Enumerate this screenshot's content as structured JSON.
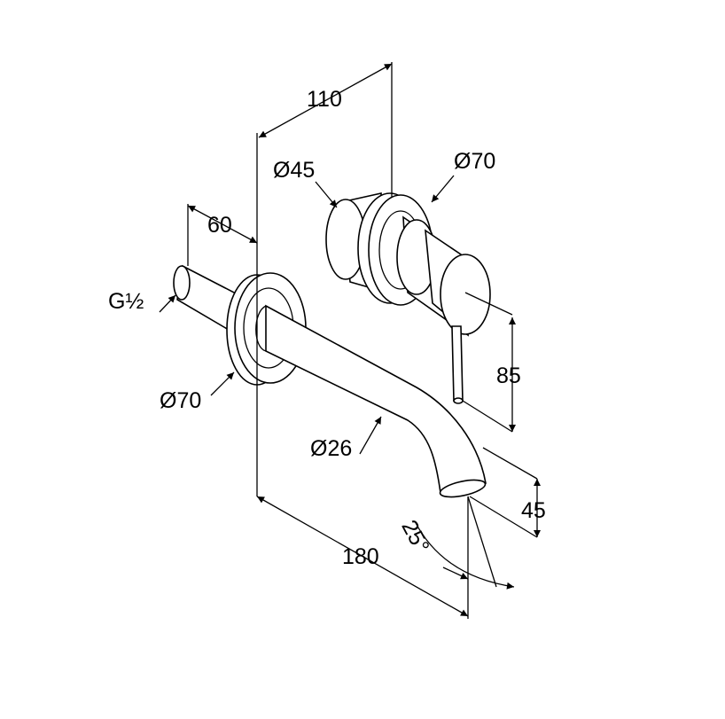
{
  "drawing": {
    "dimensions": {
      "overall_depth": "110",
      "mixer_rear_diameter": "Ø45",
      "mixer_plate_diameter": "Ø70",
      "inlet_length": "60",
      "inlet_thread": "G½",
      "spout_plate_diameter": "Ø70",
      "spout_diameter": "Ø26",
      "lever_height": "85",
      "outlet_height": "45",
      "spout_projection": "180",
      "outlet_angle": "25°"
    }
  }
}
